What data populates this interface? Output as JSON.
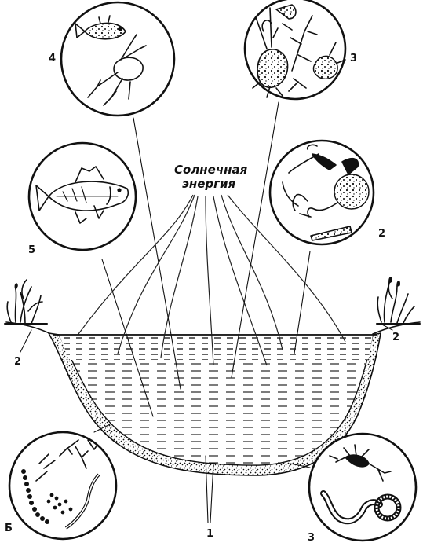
{
  "figure": {
    "energy_label_line1": "Солнечная",
    "energy_label_line2": "энергия"
  },
  "labels": {
    "l1": "1",
    "l2_left": "2",
    "l2_right": "2",
    "l2_circle": "2",
    "l3_top": "3",
    "l3_bottom": "3",
    "l4": "4",
    "l5": "5",
    "lB": "Б"
  },
  "colors": {
    "ink": "#111111",
    "paper": "#ffffff"
  }
}
